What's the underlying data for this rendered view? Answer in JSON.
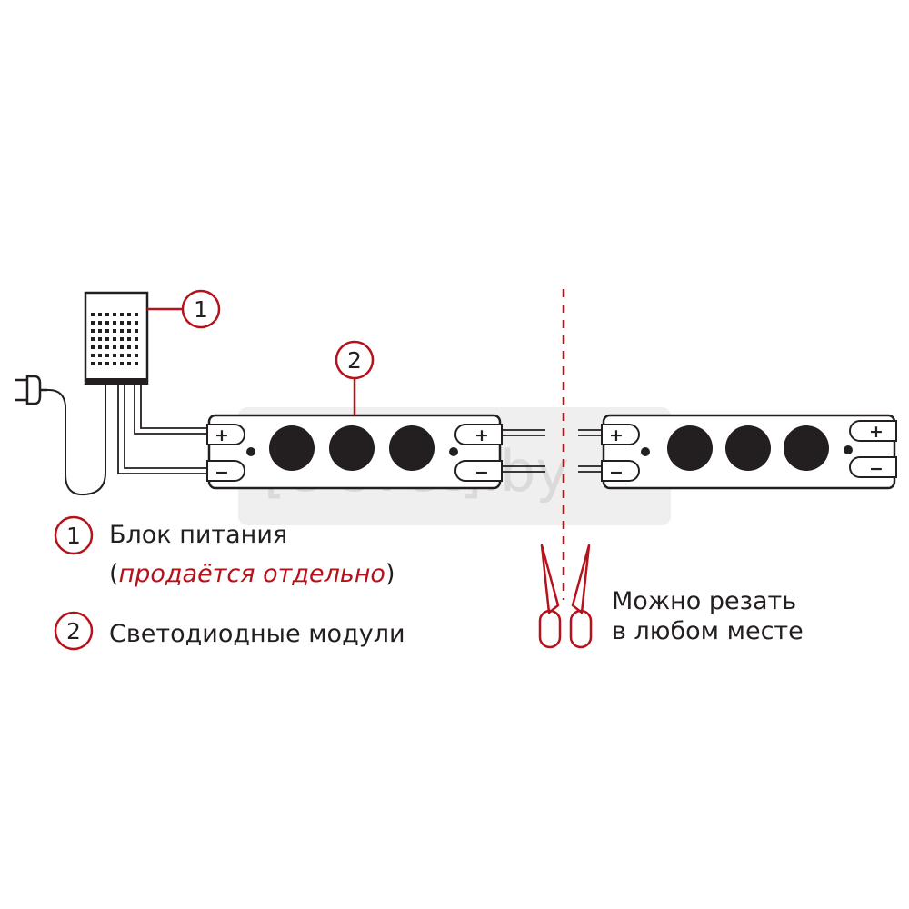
{
  "callouts": {
    "one": "1",
    "two": "2"
  },
  "legend": {
    "item1_number": "1",
    "item1_label": "Блок питания",
    "item1_note_open": "(",
    "item1_note": "продаётся отдельно",
    "item1_note_close": ")",
    "item2_number": "2",
    "item2_label": "Светодиодные модули"
  },
  "cut_note": {
    "line1": "Можно резать",
    "line2": "в любом месте"
  },
  "terminals": {
    "plus": "+",
    "minus": "−"
  },
  "watermark": "[e-svet].by",
  "colors": {
    "accent": "#b5121b",
    "ink": "#231f20",
    "led": "#231f20",
    "watermark_bg": "#e9e9e9"
  },
  "icons": [
    "plug-icon",
    "scissors-icon"
  ]
}
